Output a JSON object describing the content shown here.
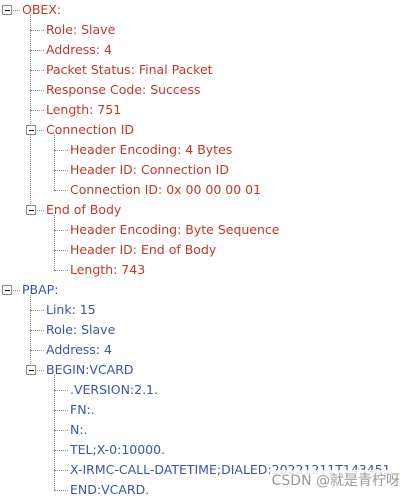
{
  "colors": {
    "obex": "#c0392b",
    "pbap": "#3b56a4",
    "connector": "#8c8c8c"
  },
  "tree": [
    {
      "id": "obex",
      "label": "OBEX:",
      "level": 0,
      "parent": null,
      "group": "obex",
      "expanded": true
    },
    {
      "id": "obex-role",
      "label": "Role: Slave",
      "level": 1,
      "parent": "obex",
      "group": "obex"
    },
    {
      "id": "obex-address",
      "label": "Address: 4",
      "level": 1,
      "parent": "obex",
      "group": "obex"
    },
    {
      "id": "obex-packet-status",
      "label": "Packet Status: Final Packet",
      "level": 1,
      "parent": "obex",
      "group": "obex"
    },
    {
      "id": "obex-response-code",
      "label": "Response Code: Success",
      "level": 1,
      "parent": "obex",
      "group": "obex"
    },
    {
      "id": "obex-length",
      "label": "Length: 751",
      "level": 1,
      "parent": "obex",
      "group": "obex"
    },
    {
      "id": "obex-connection-id",
      "label": "Connection ID",
      "level": 1,
      "parent": "obex",
      "group": "obex",
      "expanded": true
    },
    {
      "id": "conn-header-encoding",
      "label": "Header Encoding: 4 Bytes",
      "level": 2,
      "parent": "obex-connection-id",
      "group": "obex"
    },
    {
      "id": "conn-header-id",
      "label": "Header ID: Connection ID",
      "level": 2,
      "parent": "obex-connection-id",
      "group": "obex"
    },
    {
      "id": "conn-connection-id",
      "label": "Connection ID: 0x 00 00 00 01",
      "level": 2,
      "parent": "obex-connection-id",
      "group": "obex"
    },
    {
      "id": "obex-end-of-body",
      "label": "End of Body",
      "level": 1,
      "parent": "obex",
      "group": "obex",
      "expanded": true
    },
    {
      "id": "eob-header-encoding",
      "label": "Header Encoding: Byte Sequence",
      "level": 2,
      "parent": "obex-end-of-body",
      "group": "obex"
    },
    {
      "id": "eob-header-id",
      "label": "Header ID: End of Body",
      "level": 2,
      "parent": "obex-end-of-body",
      "group": "obex"
    },
    {
      "id": "eob-length",
      "label": "Length: 743",
      "level": 2,
      "parent": "obex-end-of-body",
      "group": "obex"
    },
    {
      "id": "pbap",
      "label": "PBAP:",
      "level": 0,
      "parent": null,
      "group": "pbap",
      "expanded": true
    },
    {
      "id": "pbap-link",
      "label": "Link: 15",
      "level": 1,
      "parent": "pbap",
      "group": "pbap"
    },
    {
      "id": "pbap-role",
      "label": "Role: Slave",
      "level": 1,
      "parent": "pbap",
      "group": "pbap"
    },
    {
      "id": "pbap-address",
      "label": "Address: 4",
      "level": 1,
      "parent": "pbap",
      "group": "pbap"
    },
    {
      "id": "pbap-begin-vcard",
      "label": "BEGIN:VCARD",
      "level": 1,
      "parent": "pbap",
      "group": "pbap",
      "expanded": true
    },
    {
      "id": "vcard-version",
      "label": ".VERSION:2.1.",
      "level": 2,
      "parent": "pbap-begin-vcard",
      "group": "pbap"
    },
    {
      "id": "vcard-fn",
      "label": "FN:.",
      "level": 2,
      "parent": "pbap-begin-vcard",
      "group": "pbap"
    },
    {
      "id": "vcard-n",
      "label": "N:.",
      "level": 2,
      "parent": "pbap-begin-vcard",
      "group": "pbap"
    },
    {
      "id": "vcard-tel",
      "label": "TEL;X-0:10000.",
      "level": 2,
      "parent": "pbap-begin-vcard",
      "group": "pbap"
    },
    {
      "id": "vcard-call-datetime",
      "label": "X-IRMC-CALL-DATETIME;DIALED:20221211T143451",
      "level": 2,
      "parent": "pbap-begin-vcard",
      "group": "pbap"
    },
    {
      "id": "vcard-end",
      "label": "END:VCARD.",
      "level": 2,
      "parent": "pbap-begin-vcard",
      "group": "pbap"
    }
  ],
  "watermark": "CSDN @就是青柠呀"
}
